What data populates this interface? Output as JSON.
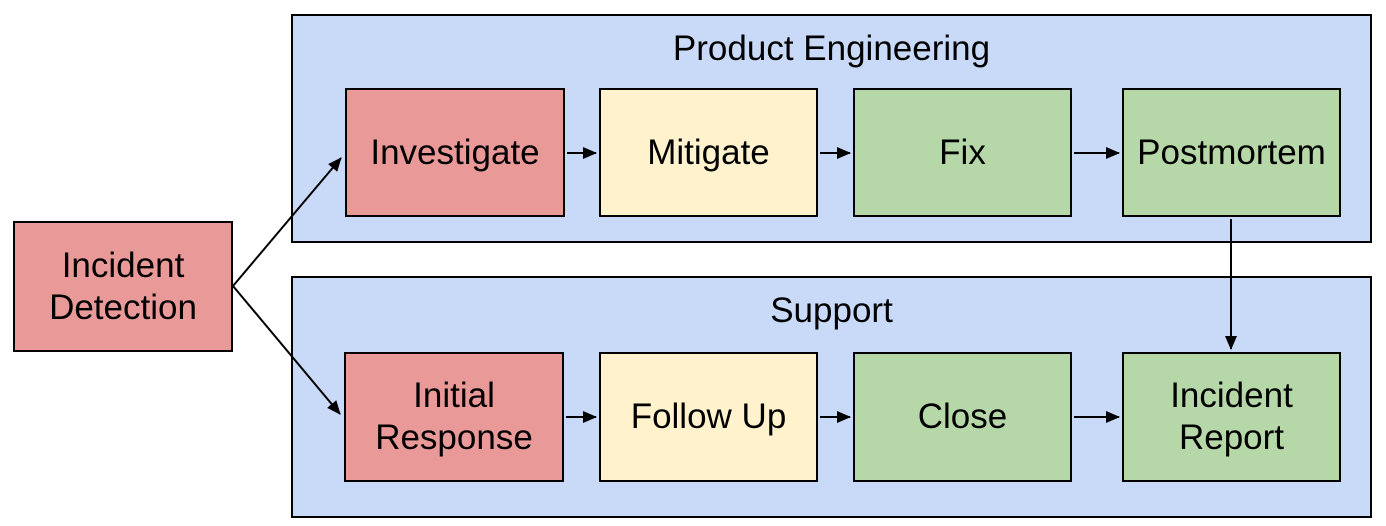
{
  "diagram": {
    "start": {
      "id": "incident-detection",
      "label": "Incident Detection",
      "fill": "#ea9999"
    },
    "lanes": [
      {
        "id": "product-engineering",
        "label": "Product Engineering",
        "fill": "#c9daf8",
        "nodes": [
          {
            "id": "investigate",
            "label": "Investigate",
            "fill": "#ea9999"
          },
          {
            "id": "mitigate",
            "label": "Mitigate",
            "fill": "#fff2cc"
          },
          {
            "id": "fix",
            "label": "Fix",
            "fill": "#b6d7a8"
          },
          {
            "id": "postmortem",
            "label": "Postmortem",
            "fill": "#b6d7a8"
          }
        ]
      },
      {
        "id": "support",
        "label": "Support",
        "fill": "#c9daf8",
        "nodes": [
          {
            "id": "initial-response",
            "label": "Initial Response",
            "fill": "#ea9999"
          },
          {
            "id": "follow-up",
            "label": "Follow Up",
            "fill": "#fff2cc"
          },
          {
            "id": "close",
            "label": "Close",
            "fill": "#b6d7a8"
          },
          {
            "id": "incident-report",
            "label": "Incident Report",
            "fill": "#b6d7a8"
          }
        ]
      }
    ],
    "edges": [
      {
        "from": "incident-detection",
        "to": "investigate"
      },
      {
        "from": "incident-detection",
        "to": "initial-response"
      },
      {
        "from": "investigate",
        "to": "mitigate"
      },
      {
        "from": "mitigate",
        "to": "fix"
      },
      {
        "from": "fix",
        "to": "postmortem"
      },
      {
        "from": "postmortem",
        "to": "incident-report"
      },
      {
        "from": "initial-response",
        "to": "follow-up"
      },
      {
        "from": "follow-up",
        "to": "close"
      },
      {
        "from": "close",
        "to": "incident-report"
      }
    ],
    "colors": {
      "background": "#ffffff",
      "lane_fill": "#c9daf8",
      "stage_red": "#ea9999",
      "stage_yellow": "#fff2cc",
      "stage_green": "#b6d7a8",
      "border": "#000000",
      "arrow": "#000000"
    }
  }
}
